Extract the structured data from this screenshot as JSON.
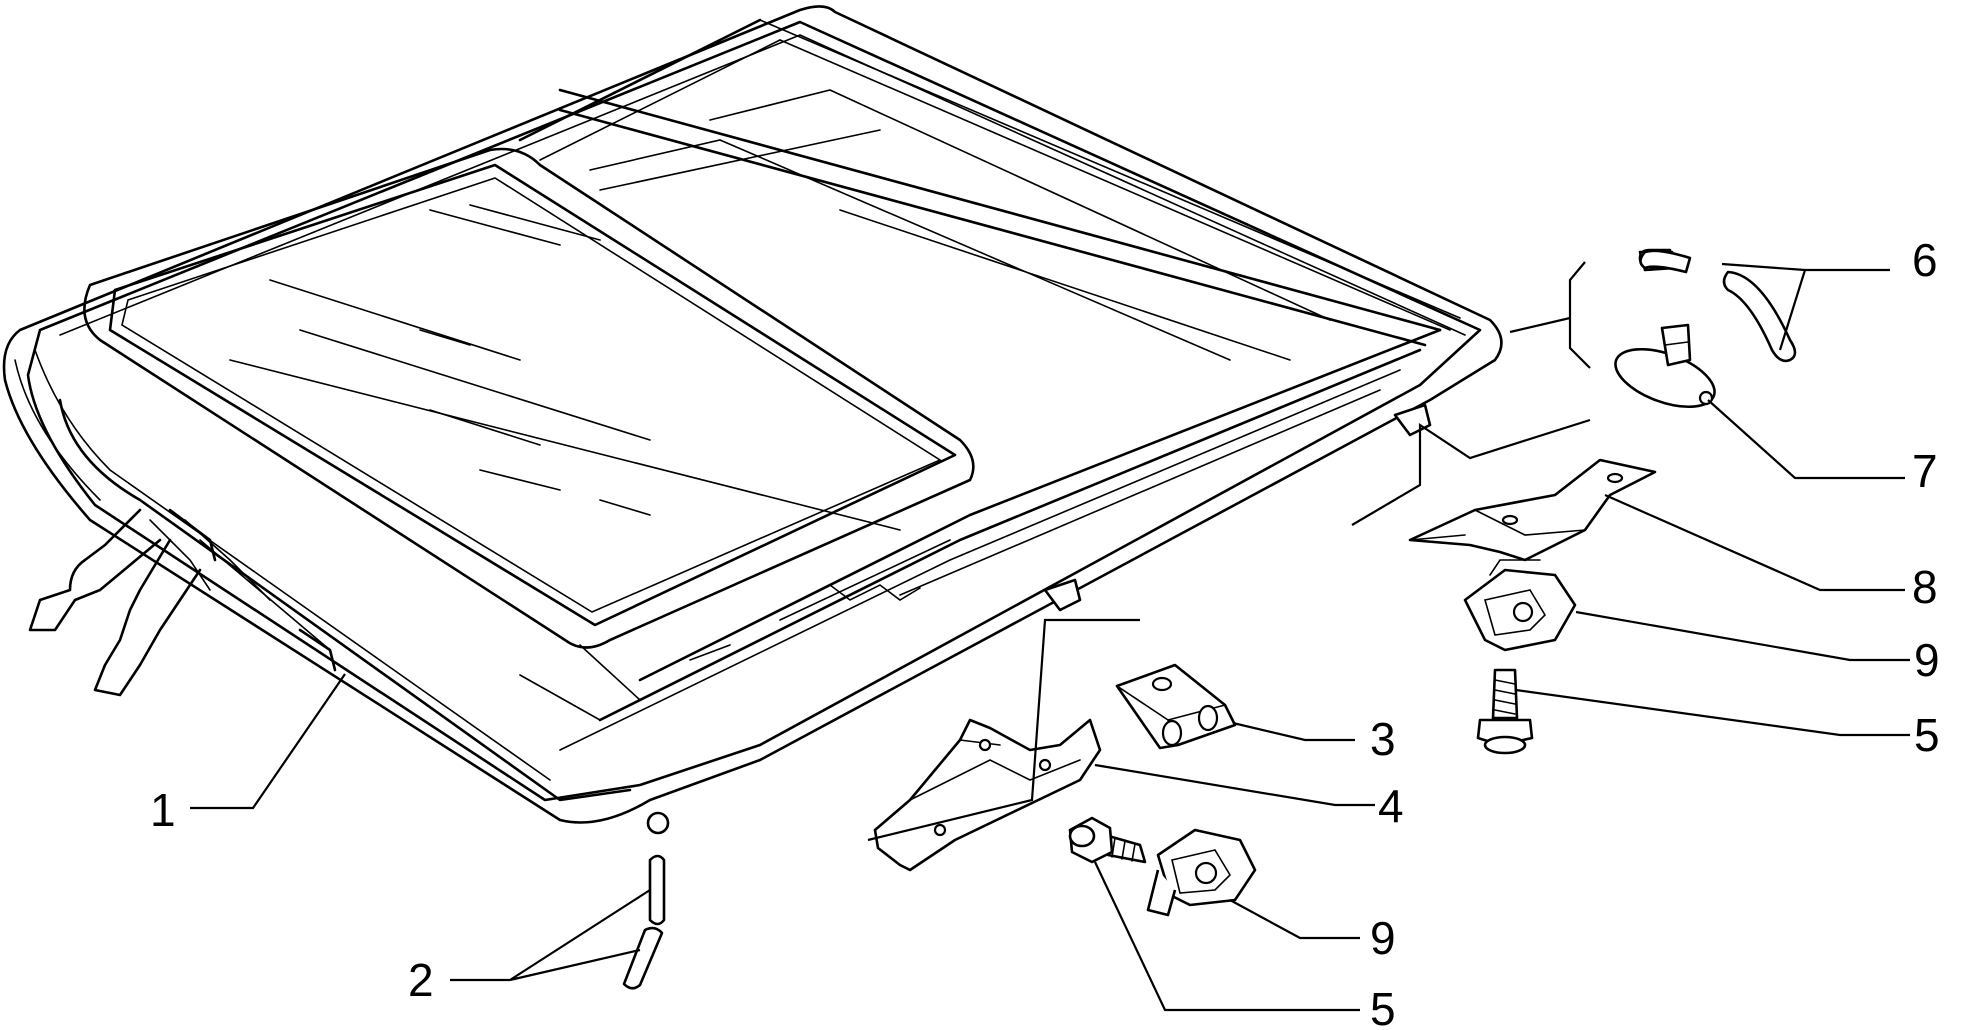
{
  "callouts": {
    "c1": "1",
    "c2": "2",
    "c3": "3",
    "c4": "4",
    "c5a": "5",
    "c5b": "5",
    "c6": "6",
    "c7": "7",
    "c8": "8",
    "c9a": "9",
    "c9b": "9"
  }
}
